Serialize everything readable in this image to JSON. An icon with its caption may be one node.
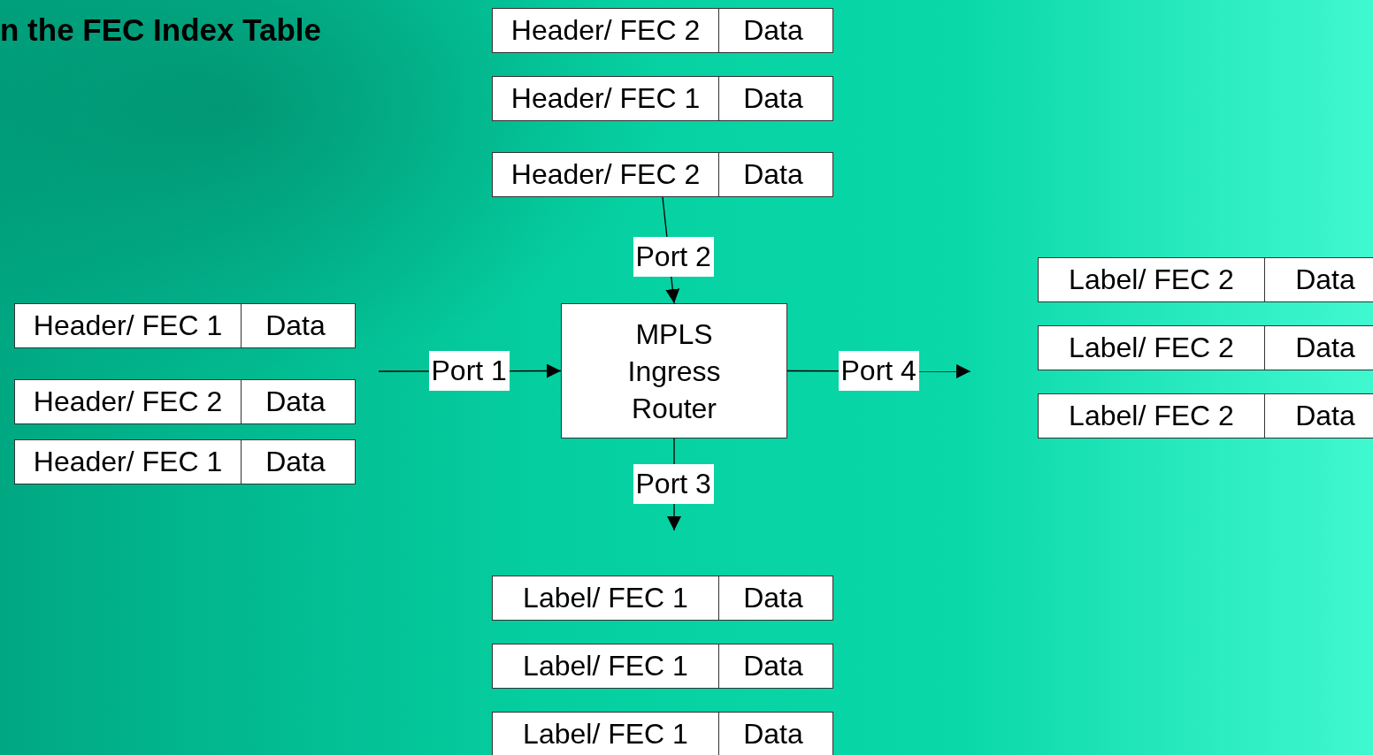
{
  "diagram": {
    "title": "n the FEC Index Table",
    "nodes": [
      {
        "text": [
          "Header/ FEC 2",
          "Data"
        ]
      },
      {
        "text": [
          "Header/ FEC 1",
          "Data"
        ]
      },
      {
        "text": [
          "Header/ FEC 2",
          "Data"
        ]
      },
      {
        "text": [
          "Header/ FEC 1",
          "Data"
        ]
      },
      {
        "text": [
          "Header/ FEC 2",
          "Data"
        ]
      },
      {
        "text": [
          "Header/ FEC 1",
          "Data"
        ]
      },
      {
        "text": [
          "MPLS Ingress Router"
        ]
      },
      {
        "text": [
          "Label/ FEC 2",
          "Data"
        ]
      },
      {
        "text": [
          "Label/ FEC 2",
          "Data"
        ]
      },
      {
        "text": [
          "Label/ FEC 2",
          "Data"
        ]
      },
      {
        "text": [
          "Label/ FEC 1",
          "Data"
        ]
      },
      {
        "text": [
          "Label/ FEC 1",
          "Data"
        ]
      },
      {
        "text": [
          "Label/ FEC 1",
          "Data"
        ]
      }
    ],
    "edges": [
      {
        "from": 2,
        "to": 6,
        "arrow": "to",
        "label": "Port 2"
      },
      {
        "from": null,
        "to": 6,
        "arrow": "to",
        "label": "Port 1"
      },
      {
        "from": 6,
        "to": null,
        "arrow": "to",
        "label": "Port 4"
      },
      {
        "from": 6,
        "to": null,
        "arrow": "to",
        "label": "Port 3"
      }
    ]
  }
}
